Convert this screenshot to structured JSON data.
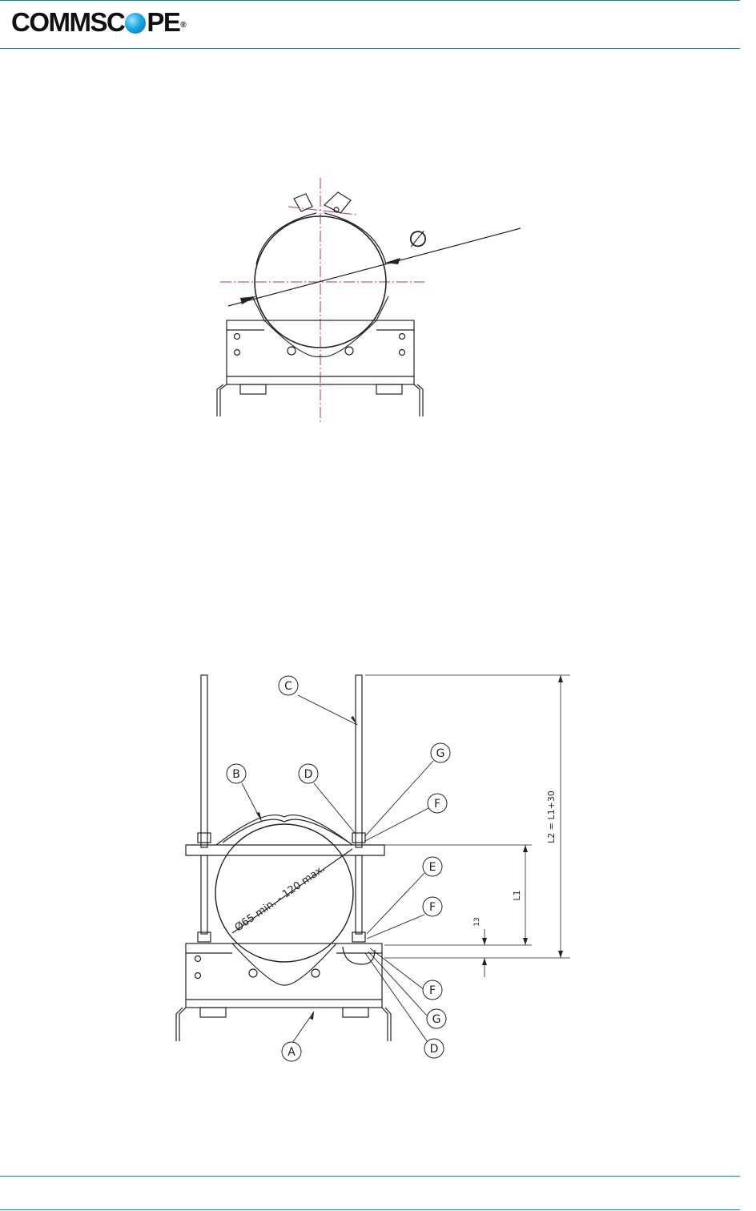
{
  "header": {
    "logo_text_left": "COMMSC",
    "logo_text_right": "PE",
    "logo_registered": "®"
  },
  "figure_top": {
    "diameter_symbol": "∅"
  },
  "figure_bottom": {
    "callouts": {
      "A": "A",
      "B": "B",
      "C": "C",
      "D_top": "D",
      "D_bottom": "D",
      "E": "E",
      "F_top": "F",
      "F_mid": "F",
      "F_bottom": "F",
      "G_top": "G",
      "G_bottom": "G"
    },
    "diameter_label": "Ø65 min. - 120 max.",
    "dim_l2": "L2 = L1+30",
    "dim_l1": "L1",
    "dim_13": "13"
  },
  "colors": {
    "header_rule": "#2f7f8f",
    "centerline": "#b0307a",
    "drawing_line": "#222222"
  }
}
